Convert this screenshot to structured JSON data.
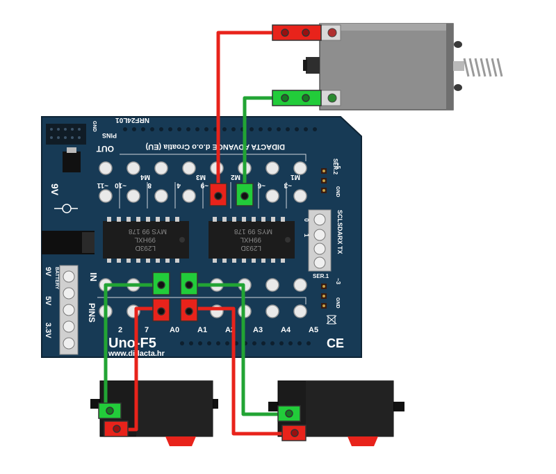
{
  "board": {
    "nrf": "NRF24L01",
    "gnd_pins": "GND",
    "pins_arrow": "PINS",
    "out": "OUT",
    "title_line": "DIDACTA ADVANCE d.o.o Croatia (EU)",
    "ser2": "SER.2",
    "ser2_pin": "~5",
    "ser2_gnd": "GND",
    "out_top_labels": [
      "~11",
      "~10",
      "M4",
      "8",
      "~9",
      "M3",
      "4",
      "~6",
      "M2",
      "~3",
      "M1"
    ],
    "power_label": "9V",
    "in_letters": "IN",
    "pins_letters": "PINS",
    "chip1": {
      "line1": "L293D",
      "line2": "99HXL",
      "line3": "MYS  99 178"
    },
    "chip2": {
      "line1": "L293D",
      "line2": "99HXL",
      "line3": "MYS  99 178"
    },
    "tx_header": {
      "t0": "0",
      "t1": "1",
      "label": "SCLSDARX TX"
    },
    "ser1": "SER.1",
    "ser1_pin": "~3",
    "ser1_gnd": "GND",
    "battery_labels": [
      "9V",
      "5V",
      "3.3V"
    ],
    "battery_word": "BATTERY",
    "bottom_pin_labels": [
      "2",
      "7",
      "A0",
      "A1",
      "A2",
      "A3",
      "A4",
      "A5"
    ],
    "model": "Uno-F5",
    "url": "www.didacta.hr",
    "ce": "CE"
  },
  "colors": {
    "board": "#173a55",
    "red_wire": "#e8231b",
    "green_wire": "#22a434",
    "device_gray": "#8d8d8d",
    "servo_black": "#1b1b1b"
  }
}
